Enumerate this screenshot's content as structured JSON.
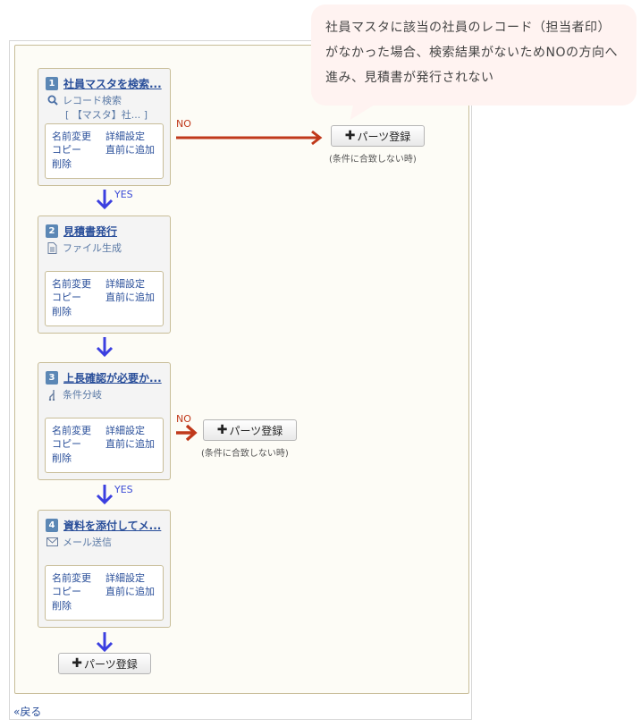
{
  "callout": {
    "text": "社員マスタに該当の社員のレコード（担当者印）がなかった場合、検索結果がないためNOの方向へ進み、見積書が発行されない"
  },
  "colors": {
    "no_arrow": "#c0391b",
    "yes_arrow": "#3b3fe0",
    "badge": "#5b87b5",
    "link": "#2a4f9a",
    "panel_bg": "#fdfcf6",
    "card_bg": "#f4f4f4",
    "callout_bg": "#fff3f1"
  },
  "actions": {
    "rename": "名前変更",
    "detail": "詳細設定",
    "copy": "コピー",
    "insert_before": "直前に追加",
    "delete": "削除"
  },
  "cards": [
    {
      "number": "1",
      "title": "社員マスタを検索...",
      "type_icon": "search-icon",
      "type": "レコード検索",
      "sub": "[ 【マスタ】社... ]"
    },
    {
      "number": "2",
      "title": "見積書発行",
      "type_icon": "document-icon",
      "type": "ファイル生成",
      "sub": ""
    },
    {
      "number": "3",
      "title": "上長確認が必要か...",
      "type_icon": "branch-icon",
      "type": "条件分岐",
      "sub": ""
    },
    {
      "number": "4",
      "title": "資料を添付してメ...",
      "type_icon": "mail-icon",
      "type": "メール送信",
      "sub": ""
    }
  ],
  "flow": {
    "no_label": "NO",
    "yes_label": "YES",
    "parts_register": "パーツ登録",
    "parts_plus": "✚",
    "condition_note": "(条件に合致しない時)"
  },
  "nav": {
    "back": "«戻る"
  }
}
